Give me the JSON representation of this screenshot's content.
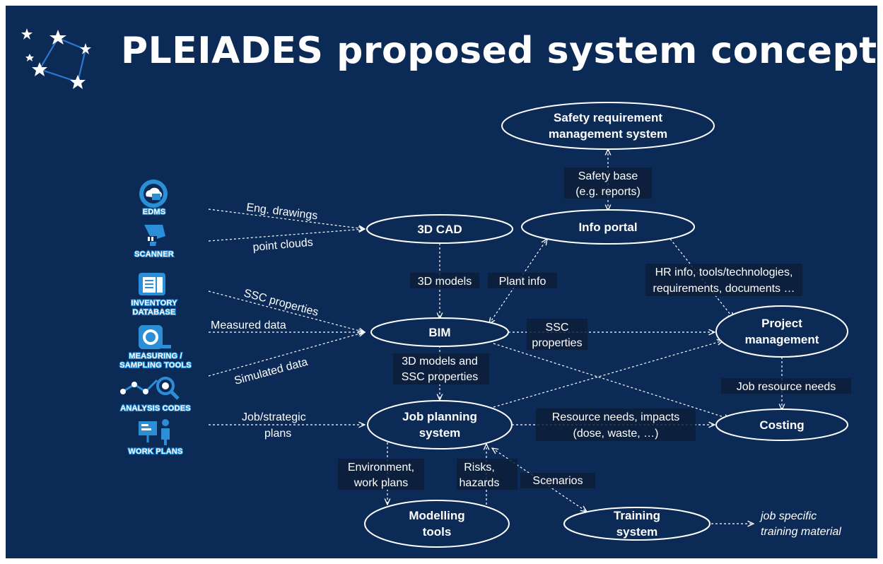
{
  "title": "PLEIADES proposed system concept:",
  "colors": {
    "background": "#0b2a55",
    "text": "#ffffff",
    "icon_blue": "#2b8fd8"
  },
  "sources": [
    {
      "label": "EDMS",
      "icon": "cloud-folder-icon"
    },
    {
      "label": "SCANNER",
      "icon": "scanner-icon"
    },
    {
      "label": "INVENTORY",
      "label2": "DATABASE",
      "icon": "clipboard-database-icon"
    },
    {
      "label": "MEASURING /",
      "label2": "SAMPLING TOOLS",
      "icon": "measuring-tape-icon"
    },
    {
      "label": "ANALYSIS CODES",
      "icon": "analysis-chart-icon"
    },
    {
      "label": "WORK PLANS",
      "icon": "presentation-board-icon"
    }
  ],
  "nodes": {
    "safety": [
      "Safety requirement",
      "management system"
    ],
    "cad": "3D CAD",
    "portal": "Info portal",
    "bim": "BIM",
    "project": [
      "Project",
      "management"
    ],
    "job": [
      "Job planning",
      "system"
    ],
    "costing": "Costing",
    "modelling": [
      "Modelling",
      "tools"
    ],
    "training": [
      "Training",
      "system"
    ]
  },
  "edge_labels": {
    "eng_drawings": "Eng. drawings",
    "point_clouds": "point clouds",
    "ssc_properties_in": "SSC properties",
    "measured_data": "Measured data",
    "simulated_data": "Simulated data",
    "job_strategic": [
      "Job/strategic",
      "plans"
    ],
    "safety_base": [
      "Safety base",
      "(e.g. reports)"
    ],
    "models_3d": "3D models",
    "plant_info": "Plant info",
    "hr_info": [
      "HR info, tools/technologies,",
      "requirements, documents …"
    ],
    "ssc_properties_out": [
      "SSC",
      "properties"
    ],
    "models_and_ssc": [
      "3D models and",
      "SSC properties"
    ],
    "job_resource_needs": "Job resource needs",
    "resource_needs": [
      "Resource needs, impacts",
      "(dose, waste, …)"
    ],
    "env_work_plans": [
      "Environment,",
      "work plans"
    ],
    "risks_hazards": [
      "Risks,",
      "hazards"
    ],
    "scenarios": "Scenarios"
  },
  "output": [
    "job specific",
    "training material"
  ]
}
